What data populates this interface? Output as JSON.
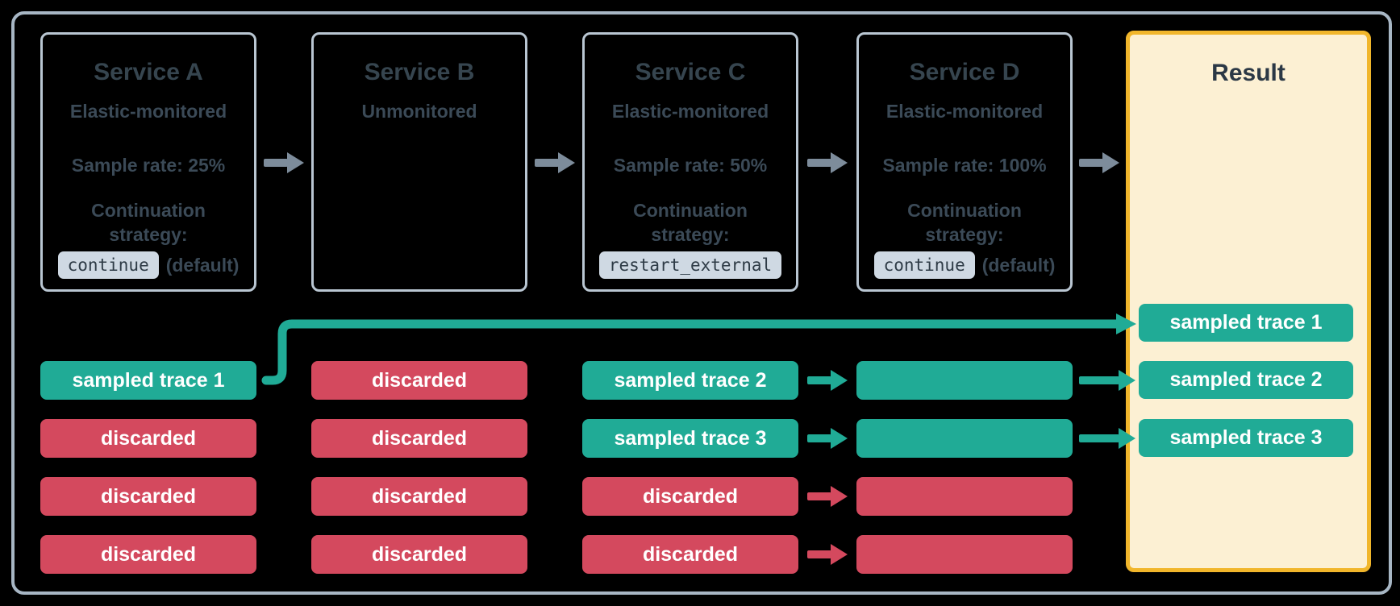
{
  "palette": {
    "background": "#000000",
    "outer_border": "#A7B6C4",
    "box_border": "#B9C6D2",
    "box_text": "#3B4A57",
    "box_title_text": "#36454F",
    "chip_bg": "#CFD9E3",
    "chip_text": "#2E3B46",
    "teal_sampled": "#20AB96",
    "red_discarded": "#D4495E",
    "gray_arrow": "#7D8C9B",
    "result_bg": "#FCF0D3",
    "result_border": "#F1B62B",
    "result_title_text": "#2B3845",
    "bar_text": "#FFFFFF"
  },
  "services": [
    {
      "title": "Service A",
      "subtitle": "Elastic-monitored",
      "sample_rate": "Sample rate: 25%",
      "continuation_line1": "Continuation",
      "continuation_line2": "strategy:",
      "strategy_code": "continue",
      "strategy_suffix": "(default)"
    },
    {
      "title": "Service B",
      "subtitle": "Unmonitored"
    },
    {
      "title": "Service C",
      "subtitle": "Elastic-monitored",
      "sample_rate": "Sample rate: 50%",
      "continuation_line1": "Continuation",
      "continuation_line2": "strategy:",
      "strategy_code": "restart_external"
    },
    {
      "title": "Service D",
      "subtitle": "Elastic-monitored",
      "sample_rate": "Sample rate: 100%",
      "continuation_line1": "Continuation",
      "continuation_line2": "strategy:",
      "strategy_code": "continue",
      "strategy_suffix": "(default)"
    }
  ],
  "columns": [
    {
      "service": "Service A",
      "bars": [
        {
          "label": "sampled trace 1",
          "status": "sampled"
        },
        {
          "label": "discarded",
          "status": "discarded"
        },
        {
          "label": "discarded",
          "status": "discarded"
        },
        {
          "label": "discarded",
          "status": "discarded"
        }
      ]
    },
    {
      "service": "Service B",
      "bars": [
        {
          "label": "discarded",
          "status": "discarded"
        },
        {
          "label": "discarded",
          "status": "discarded"
        },
        {
          "label": "discarded",
          "status": "discarded"
        },
        {
          "label": "discarded",
          "status": "discarded"
        }
      ]
    },
    {
      "service": "Service C",
      "bars": [
        {
          "label": "sampled trace 2",
          "status": "sampled"
        },
        {
          "label": "sampled trace 3",
          "status": "sampled"
        },
        {
          "label": "discarded",
          "status": "discarded"
        },
        {
          "label": "discarded",
          "status": "discarded"
        }
      ]
    },
    {
      "service": "Service D",
      "bars": [
        {
          "label": "",
          "status": "sampled"
        },
        {
          "label": "",
          "status": "sampled"
        },
        {
          "label": "",
          "status": "discarded"
        },
        {
          "label": "",
          "status": "discarded"
        }
      ]
    }
  ],
  "result": {
    "title": "Result",
    "bars": [
      {
        "label": "sampled trace 1",
        "status": "sampled"
      },
      {
        "label": "sampled trace 2",
        "status": "sampled"
      },
      {
        "label": "sampled trace 3",
        "status": "sampled"
      }
    ]
  }
}
